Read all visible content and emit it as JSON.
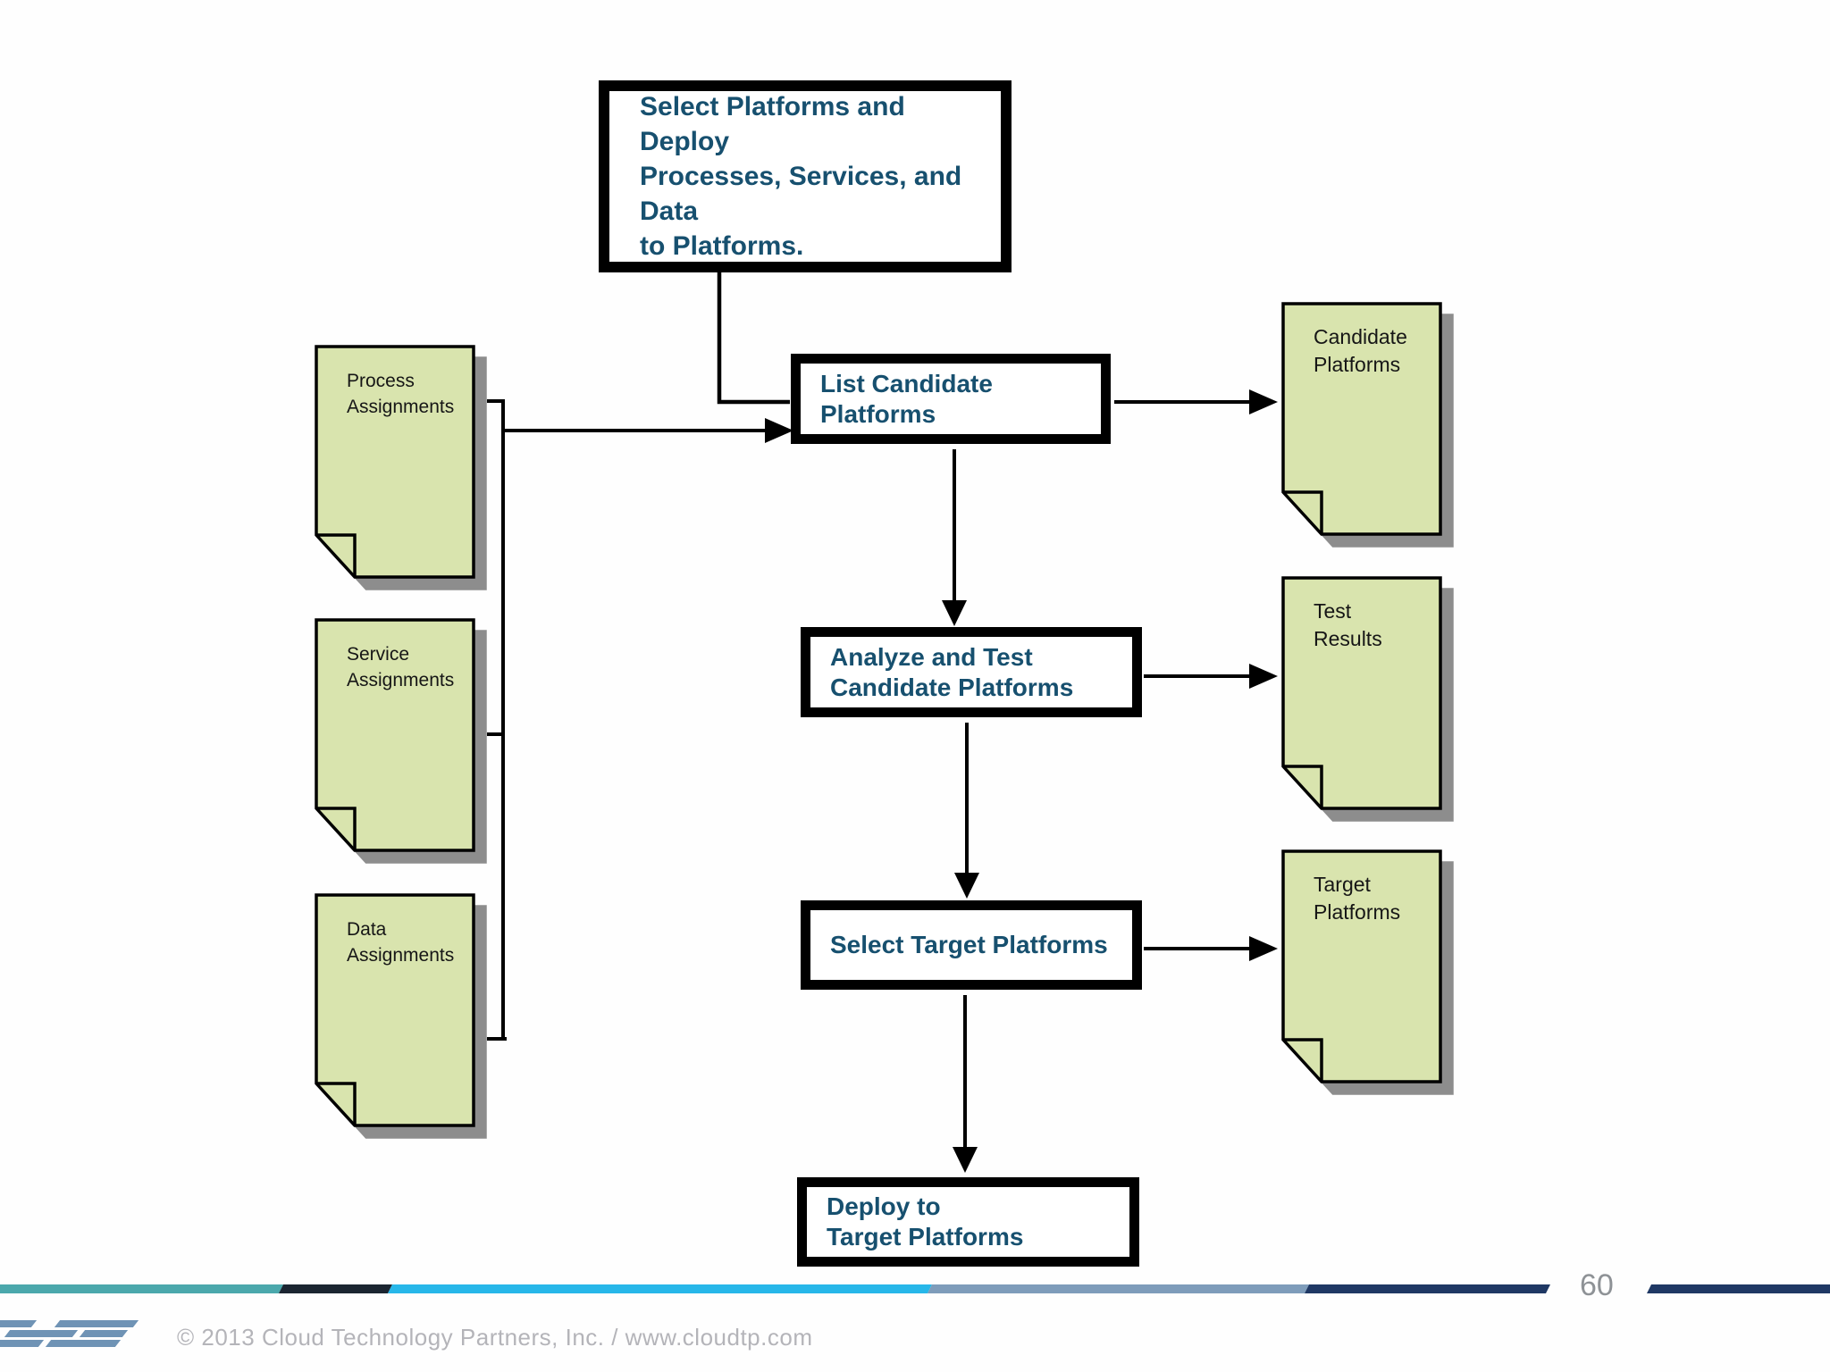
{
  "page": {
    "number": "60",
    "copyright": "© 2013 Cloud Technology Partners, Inc.  /  www.cloudtp.com"
  },
  "colors": {
    "step_text": "#17506F",
    "doc_fill": "#D9E4AE",
    "doc_shadow": "#8D8D8D",
    "stripe_teal": "#4BA8AC",
    "stripe_dark": "#1B2531",
    "stripe_cyan": "#27B7E9",
    "stripe_slate": "#7E9CBA",
    "stripe_navy": "#1F3864"
  },
  "diagram": {
    "intro": "Select Platforms and Deploy\nProcesses, Services, and Data\nto Platforms.",
    "steps": [
      {
        "id": "list",
        "label": "List Candidate Platforms"
      },
      {
        "id": "analyze",
        "label": "Analyze and Test\nCandidate Platforms"
      },
      {
        "id": "select",
        "label": "Select Target Platforms"
      },
      {
        "id": "deploy",
        "label": "Deploy to\nTarget Platforms"
      }
    ],
    "inputs": [
      {
        "id": "process",
        "label": "Process\nAssignments"
      },
      {
        "id": "service",
        "label": "Service\nAssignments"
      },
      {
        "id": "data",
        "label": "Data\nAssignments"
      }
    ],
    "outputs": [
      {
        "id": "candidate",
        "label": "Candidate\nPlatforms"
      },
      {
        "id": "test",
        "label": "Test\nResults"
      },
      {
        "id": "target",
        "label": "Target\nPlatforms"
      }
    ]
  }
}
